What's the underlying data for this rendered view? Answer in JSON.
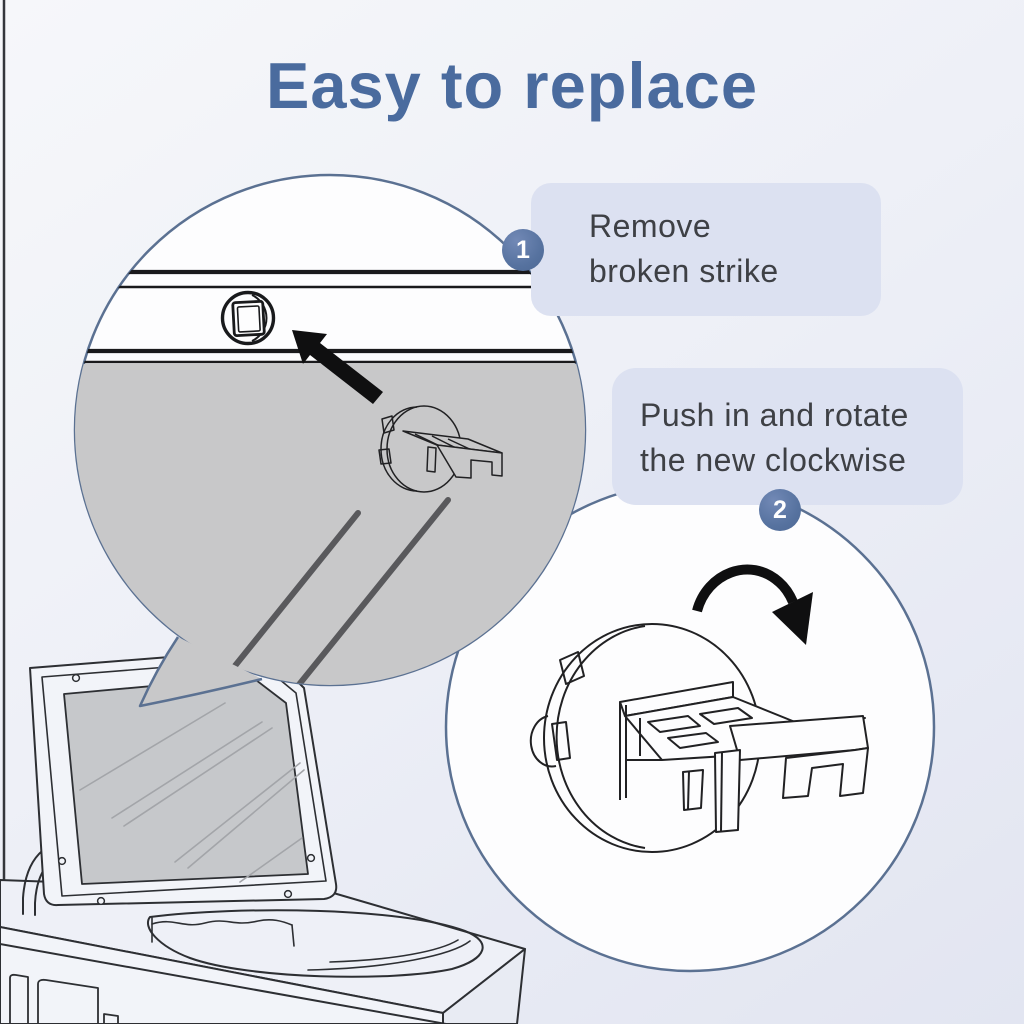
{
  "title": "Easy to replace",
  "steps": [
    {
      "number": "1",
      "lines": [
        "Remove",
        "broken strike"
      ]
    },
    {
      "number": "2",
      "lines": [
        "Push in and rotate",
        "the new clockwise"
      ]
    }
  ],
  "icons": {
    "remove_arrow": "arrow-up-left",
    "rotate_arrow": "arrow-clockwise"
  },
  "colors": {
    "title_text": "#4a6b9e",
    "badge_fill": "#56729f",
    "badge_text": "#ffffff",
    "label_bg": "#dce1f1",
    "label_text": "#3e4045",
    "callout_stroke": "#5b7192",
    "magnifier_gray": "#c8c8c9",
    "line_art": "#212123",
    "glass_gray": "#c6c8cb",
    "background_top": "#f6f7fa",
    "background_bottom": "#e2e5f1"
  }
}
